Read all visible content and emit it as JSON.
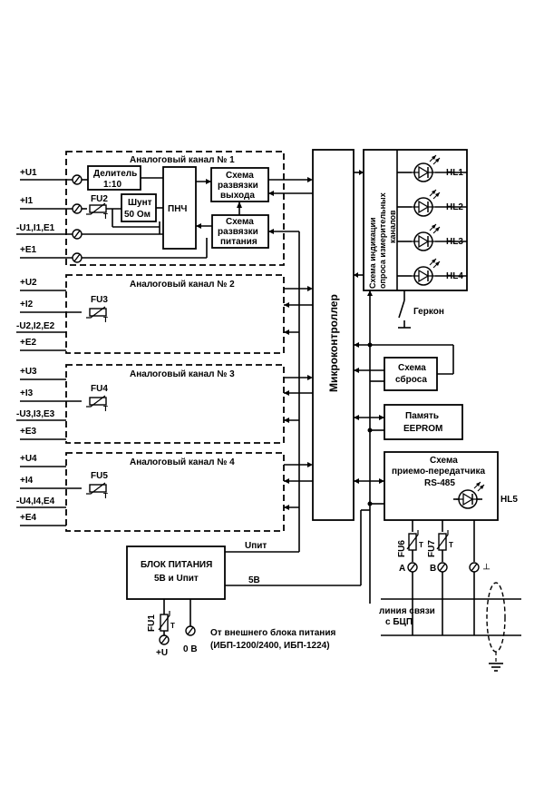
{
  "channels": [
    {
      "title": "Аналоговый канал № 1",
      "inputs": [
        "+U1",
        "+I1",
        "-U1,I1,E1",
        "+E1"
      ],
      "fuse": "FU2"
    },
    {
      "title": "Аналоговый канал № 2",
      "inputs": [
        "+U2",
        "+I2",
        "-U2,I2,E2",
        "+E2"
      ],
      "fuse": "FU3"
    },
    {
      "title": "Аналоговый канал № 3",
      "inputs": [
        "+U3",
        "+I3",
        "-U3,I3,E3",
        "+E3"
      ],
      "fuse": "FU4"
    },
    {
      "title": "Аналоговый канал № 4",
      "inputs": [
        "+U4",
        "+I4",
        "-U4,I4,E4",
        "+E4"
      ],
      "fuse": "FU5"
    }
  ],
  "ch1_blocks": {
    "divider_line1": "Делитель",
    "divider_line2": "1:10",
    "shunt_line1": "Шунт",
    "shunt_line2": "50 Ом",
    "pnch": "ПНЧ",
    "out_iso_line1": "Схема",
    "out_iso_line2": "развязки",
    "out_iso_line3": "выхода",
    "pwr_iso_line1": "Схема",
    "pwr_iso_line2": "развязки",
    "pwr_iso_line3": "питания"
  },
  "mcu": "Микроконтроллер",
  "indication": {
    "line1": "Схема индикации",
    "line2": "опроса измерительных",
    "line3": "каналов",
    "leds": [
      "HL1",
      "HL2",
      "HL3",
      "HL4"
    ],
    "reed": "Геркон"
  },
  "reset": {
    "line1": "Схема",
    "line2": "сброса"
  },
  "eeprom": {
    "line1": "Память",
    "line2": "EEPROM"
  },
  "rs485": {
    "line1": "Схема",
    "line2": "приемо-передатчика",
    "line3": "RS-485",
    "led": "HL5",
    "fuses": [
      "FU6",
      "FU7"
    ],
    "terms": [
      "A",
      "B"
    ],
    "line_label1": "линия связи",
    "line_label2": "с БЦП"
  },
  "power": {
    "line1": "БЛОК ПИТАНИЯ",
    "line2": "5В и Uпит",
    "upit": "Uпит",
    "v5": "5В",
    "fuse": "FU1",
    "plus": "+U",
    "zero": "0 В",
    "note1": "От внешнего блока питания",
    "note2": "(ИБП-1200/2400, ИБП-1224)"
  }
}
